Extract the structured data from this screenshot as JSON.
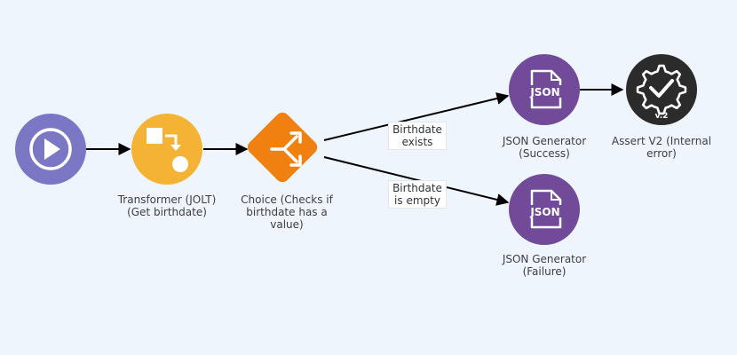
{
  "colors": {
    "background": "#eef5fc",
    "start": "#7b77c4",
    "transformer": "#f5b335",
    "choice": "#f0800f",
    "json": "#714b9a",
    "assert": "#2b2b2b",
    "edge": "#000000"
  },
  "nodes": {
    "start": {
      "icon": "play-icon"
    },
    "transformer": {
      "label": "Transformer (JOLT)\n(Get birthdate)",
      "icon": "flow-shapes-icon"
    },
    "choice": {
      "label": "Choice (Checks if\nbirthdate has a\nvalue)",
      "icon": "branch-icon"
    },
    "json_success": {
      "label": "JSON Generator\n(Success)",
      "icon": "json-file-icon",
      "icon_text": "JSON"
    },
    "json_failure": {
      "label": "JSON Generator\n(Failure)",
      "icon": "json-file-icon",
      "icon_text": "JSON"
    },
    "assert": {
      "label": "Assert V2 (Internal\nerror)",
      "icon": "gear-check-icon",
      "badge": "v.2"
    }
  },
  "edges": {
    "exists": "Birthdate\nexists",
    "empty": "Birthdate\nis empty"
  }
}
